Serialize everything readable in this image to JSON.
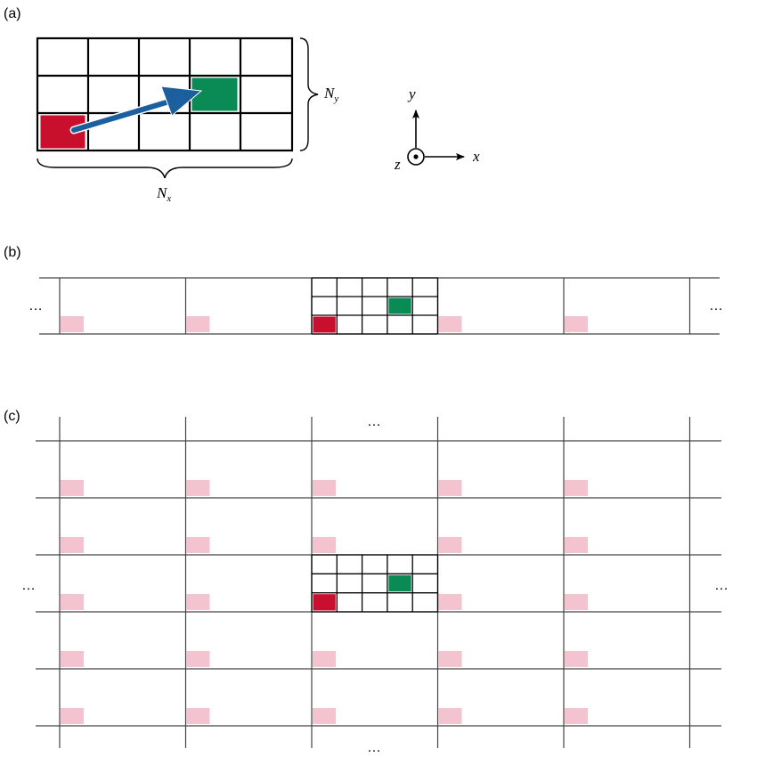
{
  "panels": [
    {
      "label": "(a)"
    },
    {
      "label": "(b)"
    },
    {
      "label": "(c)"
    }
  ],
  "supercell": {
    "cols_label": {
      "main": "N",
      "sub": "x"
    },
    "rows_label": {
      "main": "N",
      "sub": "y"
    },
    "columns": 5,
    "rows": 3
  },
  "axes": {
    "x": "x",
    "y": "y",
    "z": "z"
  },
  "ellipsis": "…",
  "colors": {
    "source_cell": "#c8102e",
    "target_cell": "#0a8a55",
    "image_cell": "#f3c3cf",
    "arrow": "#1b5f9e",
    "grid_line": "#000000",
    "lattice_line": "#444444"
  }
}
